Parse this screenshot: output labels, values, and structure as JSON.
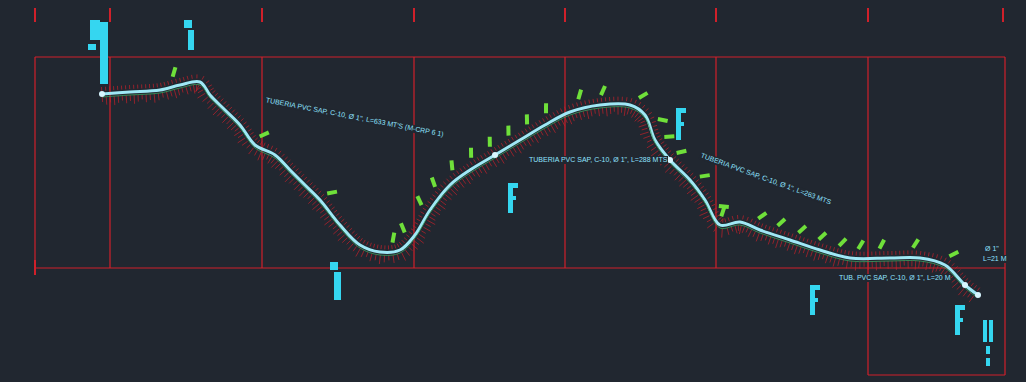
{
  "diagram": {
    "labels": [
      "TUBERIA PVC SAP, C-10, Ø 1\", L=633 MT'S (M-CRP 6 1)",
      "TUBERIA PVC SAP, C-10, Ø 1\", L=288 MTS",
      "TUBERIA PVC SAP, C-10, Ø 1\", L=263 MTS",
      "TUB. PVC SAP, C-10, Ø 1\", L=20 M",
      "Ø 1\"",
      "L=21 M"
    ]
  }
}
